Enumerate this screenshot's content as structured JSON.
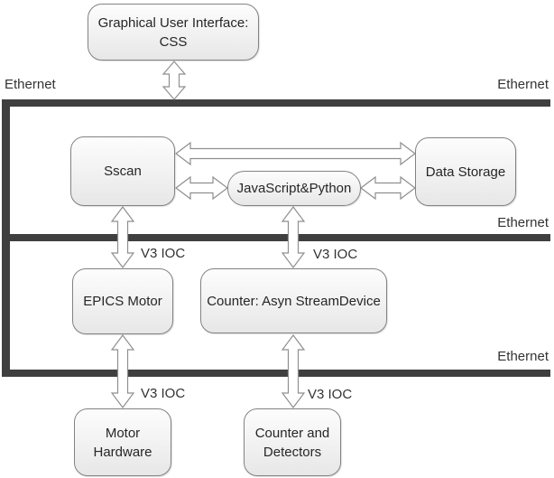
{
  "labels": {
    "ethernet": "Ethernet",
    "v3_ioc": "V3 IOC"
  },
  "nodes": {
    "gui": {
      "line1": "Graphical User Interface:",
      "line2": "CSS"
    },
    "sscan": {
      "label": "Sscan"
    },
    "js_python": {
      "label": "JavaScript&Python"
    },
    "data_storage": {
      "label": "Data Storage"
    },
    "epics_motor": {
      "label": "EPICS Motor"
    },
    "counter_asyn": {
      "label": "Counter: Asyn StreamDevice"
    },
    "motor_hardware": {
      "line1": "Motor",
      "line2": "Hardware"
    },
    "counter_detectors": {
      "line1": "Counter and",
      "line2": "Detectors"
    }
  },
  "colors": {
    "bus": "#3f3f3f",
    "box_border": "#828282",
    "box_fill_top": "#fdfdfd",
    "box_fill_bottom": "#e7e7e7",
    "text": "#262626",
    "arrow_stroke": "#8f8f8f"
  }
}
